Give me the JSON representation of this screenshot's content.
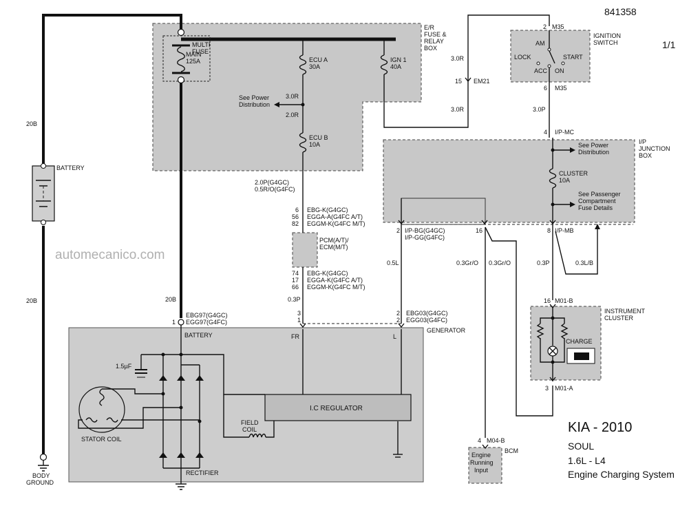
{
  "header": {
    "doc_number": "841358",
    "page": "1/1"
  },
  "watermark": "automecanico.com",
  "title_block": {
    "make_year": "KIA - 2010",
    "model": "SOUL",
    "engine": "1.6L - L4",
    "system": "Engine Charging System"
  },
  "fuse_box": {
    "name_l1": "E/R",
    "name_l2": "FUSE &",
    "name_l3": "RELAY",
    "name_l4": "BOX",
    "multi_fuse_l1": "MULTI",
    "multi_fuse_l2": "FUSE",
    "main_l1": "MAIN",
    "main_l2": "125A",
    "ecu_a_l1": "ECU A",
    "ecu_a_l2": "30A",
    "ign1_l1": "IGN 1",
    "ign1_l2": "40A",
    "ecu_b_l1": "ECU B",
    "ecu_b_l2": "10A",
    "see_power_l1": "See Power",
    "see_power_l2": "Distribution",
    "wire_3_0r": "3.0R",
    "wire_2_0r": "2.0R"
  },
  "ignition": {
    "name_l1": "IGNITION",
    "name_l2": "SWITCH",
    "pin_top": "2",
    "conn_top": "M35",
    "am": "AM",
    "lock": "LOCK",
    "start": "START",
    "acc": "ACC",
    "on": "ON",
    "pin_bot": "6",
    "conn_bot": "M35",
    "wire_3_0r_a": "3.0R",
    "pin_em21": "15",
    "conn_em21": "EM21",
    "wire_3_0r_b": "3.0R",
    "wire_3_0p": "3.0P"
  },
  "ip_box": {
    "name_l1": "I/P",
    "name_l2": "JUNCTION",
    "name_l3": "BOX",
    "pin_top": "4",
    "conn_top": "I/P-MC",
    "see_power_l1": "See Power",
    "see_power_l2": "Distribution",
    "cluster_l1": "CLUSTER",
    "cluster_l2": "10A",
    "see_pass_l1": "See Passenger",
    "see_pass_l2": "Compartment",
    "see_pass_l3": "Fuse Details",
    "pin_l": "2",
    "conn_l1": "I/P-BG(G4GC)",
    "conn_l2": "I/P-GG(G4FC)",
    "pin_m": "16",
    "pin_r": "8",
    "conn_r": "I/P-MB"
  },
  "battery": {
    "label": "BATTERY",
    "wire_top": "20B",
    "wire_bot": "20B"
  },
  "ground": {
    "l1": "BODY",
    "l2": "GROUND"
  },
  "pcm": {
    "top_pin1": "6",
    "top_pin2": "56",
    "top_pin3": "82",
    "top_c1": "EBG-K(G4GC)",
    "top_c2": "EGGA-A(G4FC A/T)",
    "top_c3": "EGGM-K(G4FC M/T)",
    "wire_in_l1": "2.0P(G4GC)",
    "wire_in_l2": "0.5R/O(G4FC)",
    "name_l1": "PCM(A/T)/",
    "name_l2": "ECM(M/T)",
    "bot_pin1": "74",
    "bot_pin2": "17",
    "bot_pin3": "66",
    "bot_c1": "EBG-K(G4GC)",
    "bot_c2": "EGGA-K(G4FC A/T)",
    "bot_c3": "EGGM-K(G4FC M/T)",
    "wire_out": "0.3P"
  },
  "generator": {
    "name": "GENERATOR",
    "wire_batt": "20B",
    "pin_batt1": "EBG97(G4GC)",
    "pin_batt2": "EGG97(G4FC)",
    "pin_batt_no": "1",
    "pin_fr_a": "3",
    "pin_fr_b": "1",
    "pin_l_a": "2",
    "pin_l_b": "2",
    "conn_l1": "EBG03(G4GC)",
    "conn_l2": "EGG03(G4FC)",
    "battery": "BATTERY",
    "fr": "FR",
    "l": "L",
    "cap": "1.5µF",
    "regulator": "I.C REGULATOR",
    "field_l1": "FIELD",
    "field_l2": "COIL",
    "stator": "STATOR COIL",
    "rectifier": "RECTIFIER"
  },
  "wires": {
    "w_05l": "0.5L",
    "w_03gro_a": "0.3Gr/O",
    "w_03gro_b": "0.3Gr/O",
    "w_03p": "0.3P",
    "w_03lb": "0.3L/B"
  },
  "cluster": {
    "name_l1": "INSTRUMENT",
    "name_l2": "CLUSTER",
    "pin_top": "16",
    "conn_top": "M01-B",
    "charge": "CHARGE",
    "pin_bot": "3",
    "conn_bot": "M01-A"
  },
  "bcm": {
    "pin": "4",
    "conn": "M04-B",
    "name": "BCM",
    "l1": "Engine",
    "l2": "Running",
    "l3": "Input"
  }
}
